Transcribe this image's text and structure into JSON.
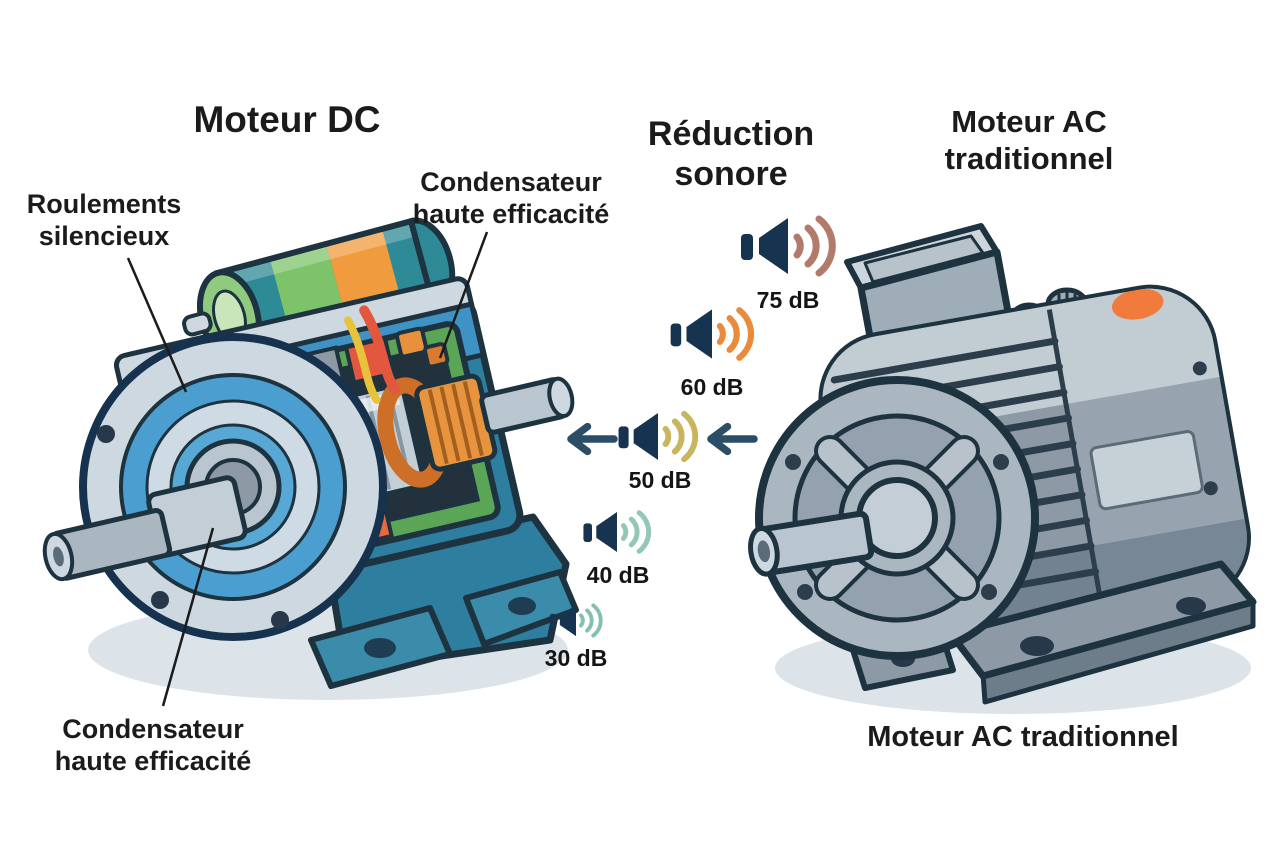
{
  "titles": {
    "dc_motor": "Moteur DC",
    "noise_reduction": {
      "line1": "Réduction",
      "line2": "sonore"
    },
    "ac_motor": {
      "line1": "Moteur AC",
      "line2": "traditionnel"
    },
    "ac_motor_caption": "Moteur AC traditionnel"
  },
  "callouts": {
    "bearings": {
      "line1": "Roulements",
      "line2": "silencieux"
    },
    "capacitor_top": {
      "line1": "Condensateur",
      "line2": "haute efficacité"
    },
    "capacitor_bottom": {
      "line1": "Condensateur",
      "line2": "haute efficacité"
    }
  },
  "sound_levels": [
    {
      "db": 75,
      "label": "75 dB",
      "wave_color": "#b27a6b"
    },
    {
      "db": 60,
      "label": "60 dB",
      "wave_color": "#e98a3d"
    },
    {
      "db": 50,
      "label": "50 dB",
      "wave_color": "#c8b55e"
    },
    {
      "db": 40,
      "label": "40 dB",
      "wave_color": "#93c8b7"
    },
    {
      "db": 30,
      "label": "30 dB",
      "wave_color": "#82c1ad"
    }
  ],
  "colors": {
    "text": "#1b1b1b",
    "outline": "#1e3340",
    "speaker_body": "#16334f",
    "arrow": "#2b4d66",
    "dc": {
      "casing_blue": "#3f93c4",
      "frame_green": "#5aa556",
      "base_teal": "#2e7ea0",
      "flange_blue": "#4a9fd0",
      "copper": "#cd6f26",
      "accent_red": "#e2573d",
      "capacitor_teal": "#2e8a96",
      "capacitor_green": "#7cc36a",
      "capacitor_orange": "#f09b3d"
    },
    "ac": {
      "body_gray": "#8d9aa6",
      "body_light": "#c2ccd3",
      "accent_orange": "#f07b3c"
    }
  }
}
